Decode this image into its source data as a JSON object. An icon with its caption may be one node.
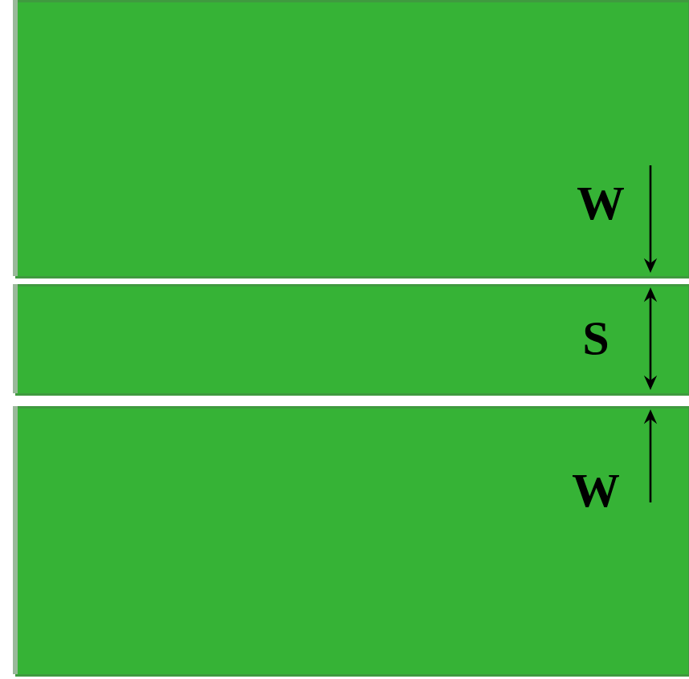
{
  "diagram": {
    "nodes": [
      {
        "text": [],
        "shape": "bar"
      },
      {
        "text": [],
        "shape": "bar"
      },
      {
        "text": [],
        "shape": "bar"
      }
    ],
    "labels": [
      "W",
      "S",
      "W"
    ]
  }
}
